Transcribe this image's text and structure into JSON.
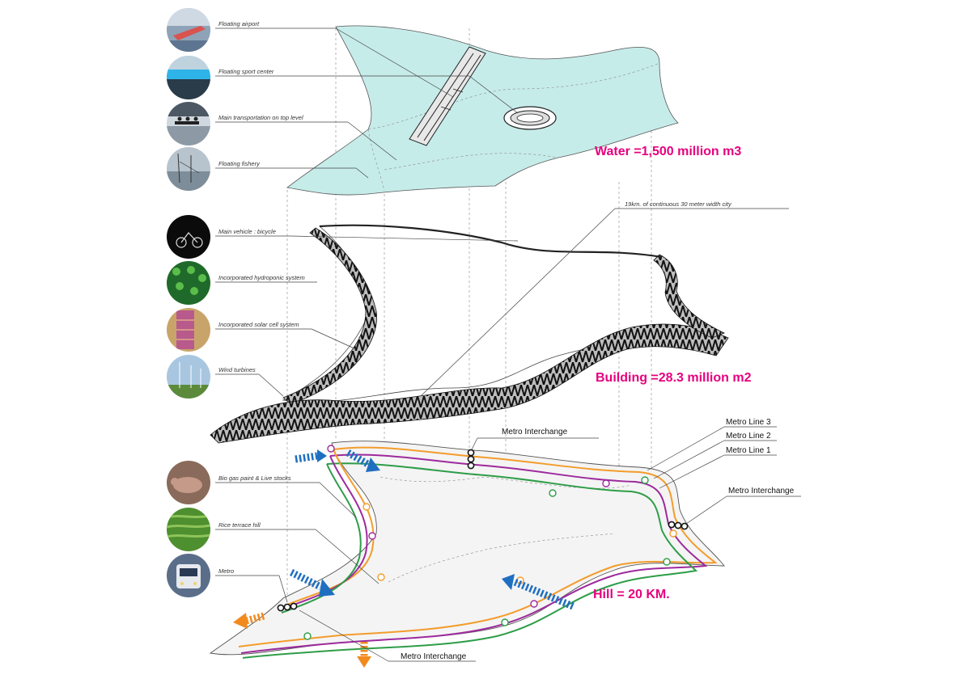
{
  "colors": {
    "stat_accent": "#e6007e",
    "water_fill": "#c6ecea",
    "metro_line_1": "#2e9d48",
    "metro_line_2": "#9d2a9d",
    "metro_line_3": "#f39c2b",
    "flow_arrow_blue": "#1f6fc1",
    "flow_arrow_orange": "#f28a1f"
  },
  "water_layer": {
    "features": [
      {
        "label": "Floating airport",
        "icon": "floating-airport-photo-icon"
      },
      {
        "label": "Floating sport center",
        "icon": "floating-sport-center-photo-icon"
      },
      {
        "label": "Main transportation on top level",
        "icon": "boat-transport-photo-icon"
      },
      {
        "label": "Floating fishery",
        "icon": "floating-fishery-photo-icon"
      }
    ],
    "stat": "Water =1,500 million m3"
  },
  "building_layer": {
    "features": [
      {
        "label": "Main vehicle : bicycle",
        "icon": "bicycle-photo-icon"
      },
      {
        "label": "Incorporated hydroponic system",
        "icon": "hydroponic-photo-icon"
      },
      {
        "label": "Incorporated solar cell system",
        "icon": "solar-cell-photo-icon"
      },
      {
        "label": "Wind turbines",
        "icon": "wind-turbine-photo-icon"
      }
    ],
    "callout": "19km. of continuous 30 meter width city",
    "stat": "Building =28.3 million m2"
  },
  "hill_layer": {
    "features": [
      {
        "label": "Bio gas paint & Live stocks",
        "icon": "livestock-photo-icon"
      },
      {
        "label": "Rice terrace hill",
        "icon": "rice-terrace-photo-icon"
      },
      {
        "label": "Metro",
        "icon": "metro-train-photo-icon"
      }
    ],
    "metro_lines": [
      "Metro Line 3",
      "Metro Line 2",
      "Metro Line 1"
    ],
    "interchange_label": "Metro Interchange",
    "stat": "Hill = 20 KM."
  }
}
